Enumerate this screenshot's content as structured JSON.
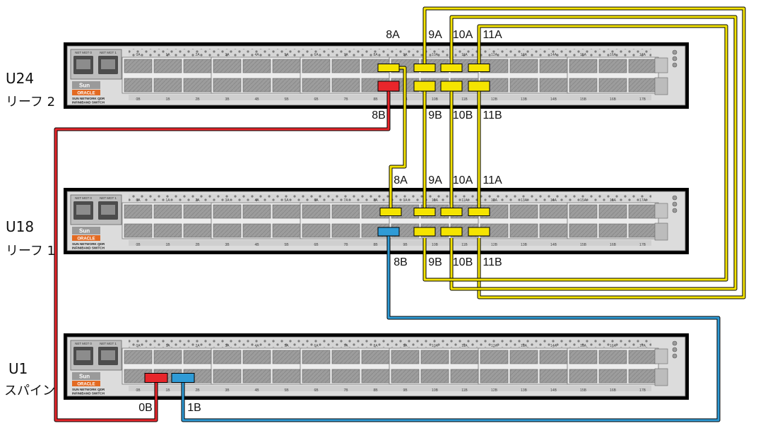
{
  "switches": [
    {
      "id": "leaf2",
      "name": "U24",
      "role": "リーフ 2",
      "mgmt_labels": [
        "NET MGT 0",
        "NET MGT 1"
      ],
      "brand": "Sun",
      "vendor": "ORACLE",
      "model": [
        "SUN NETWORK QDR",
        "INFINIBAND SWITCH"
      ]
    },
    {
      "id": "leaf1",
      "name": "U18",
      "role": "リーフ 1",
      "mgmt_labels": [
        "NET MGT 0",
        "NET MGT 1"
      ],
      "brand": "Sun",
      "vendor": "ORACLE",
      "model": [
        "SUN NETWORK QDR",
        "INFINIBAND SWITCH"
      ]
    },
    {
      "id": "spine",
      "name": "U1",
      "role": "スパイン",
      "mgmt_labels": [
        "NET MGT 0",
        "NET MGT 1"
      ],
      "brand": "Sun",
      "vendor": "ORACLE",
      "model": [
        "SUN NETWORK QDR",
        "INFINIBAND SWITCH"
      ]
    }
  ],
  "port_rows": {
    "top": [
      "0A",
      "1A",
      "2A",
      "3A",
      "4A",
      "5A",
      "6A",
      "7A",
      "8A",
      "9A",
      "10A",
      "11A",
      "12A",
      "13A",
      "14A",
      "15A",
      "16A",
      "17A"
    ],
    "bottom": [
      "0B",
      "1B",
      "2B",
      "3B",
      "4B",
      "5B",
      "6B",
      "7B",
      "8B",
      "9B",
      "10B",
      "11B",
      "12B",
      "13B",
      "14B",
      "15B",
      "16B",
      "17B"
    ]
  },
  "cable_labels": {
    "leaf2_top": [
      "8A",
      "9A",
      "10A",
      "11A"
    ],
    "leaf2_bottom": [
      "8B",
      "9B",
      "10B",
      "11B"
    ],
    "leaf1_top": [
      "8A",
      "9A",
      "10A",
      "11A"
    ],
    "leaf1_bottom": [
      "8B",
      "9B",
      "10B",
      "11B"
    ],
    "spine_bottom": [
      "0B",
      "1B"
    ]
  },
  "colors": {
    "interswitch_cable": "#f5e400",
    "leaf2_to_spine_cable": "#e8262b",
    "leaf1_to_spine_cable": "#2f9bd6",
    "chassis_face": "#dcdcdc",
    "chassis_border": "#000000"
  },
  "icons": [
    "sun-logo-icon",
    "oracle-logo-icon",
    "led-icon",
    "ethernet-port-icon",
    "qsfp-port-icon"
  ]
}
